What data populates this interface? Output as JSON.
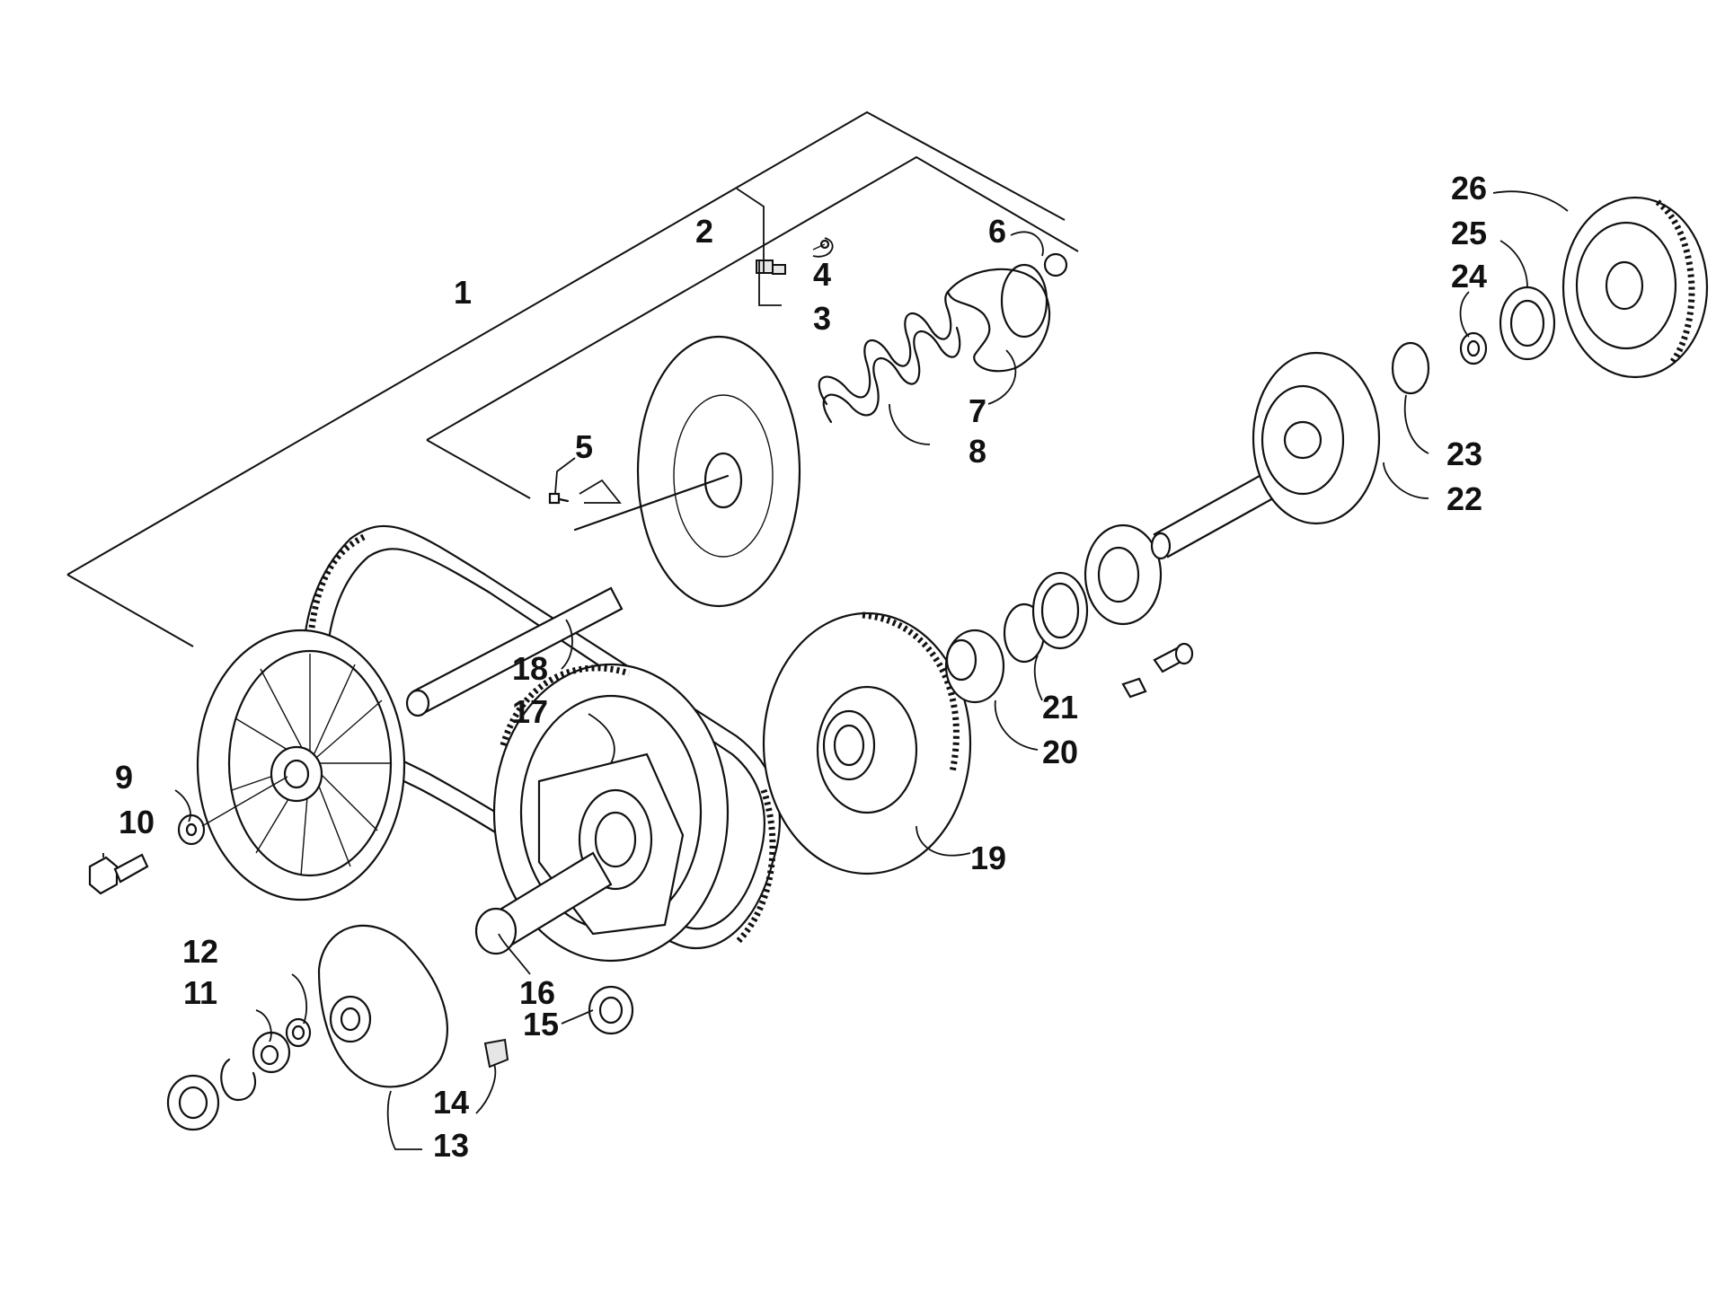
{
  "callouts": [
    {
      "n": "1",
      "label": "1"
    },
    {
      "n": "2",
      "label": "2"
    },
    {
      "n": "3",
      "label": "3"
    },
    {
      "n": "4",
      "label": "4"
    },
    {
      "n": "5",
      "label": "5"
    },
    {
      "n": "6",
      "label": "6"
    },
    {
      "n": "7",
      "label": "7"
    },
    {
      "n": "8",
      "label": "8"
    },
    {
      "n": "9",
      "label": "9"
    },
    {
      "n": "10",
      "label": "10"
    },
    {
      "n": "11",
      "label": "11"
    },
    {
      "n": "12",
      "label": "12"
    },
    {
      "n": "13",
      "label": "13"
    },
    {
      "n": "14",
      "label": "14"
    },
    {
      "n": "15",
      "label": "15"
    },
    {
      "n": "16",
      "label": "16"
    },
    {
      "n": "17",
      "label": "17"
    },
    {
      "n": "18",
      "label": "18"
    },
    {
      "n": "19",
      "label": "19"
    },
    {
      "n": "20",
      "label": "20"
    },
    {
      "n": "21",
      "label": "21"
    },
    {
      "n": "22",
      "label": "22"
    },
    {
      "n": "23",
      "label": "23"
    },
    {
      "n": "24",
      "label": "24"
    },
    {
      "n": "25",
      "label": "25"
    },
    {
      "n": "26",
      "label": "26"
    }
  ],
  "colors": {
    "line": "#111111",
    "background": "#ffffff"
  }
}
